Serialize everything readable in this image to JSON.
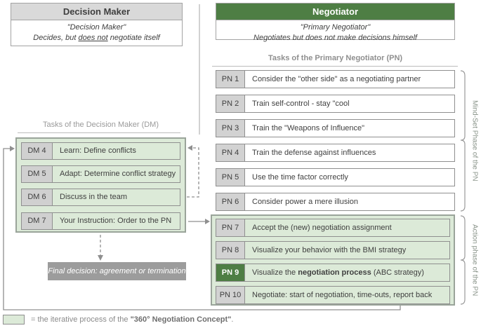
{
  "decision_maker": {
    "title": "Decision Maker",
    "line1": "\"Decision Maker\"",
    "line2_pre": "Decides, but ",
    "line2_underline": "does not",
    "line2_post": " negotiate itself"
  },
  "negotiator": {
    "title": "Negotiator",
    "line1": "\"Primary Negotiator\"",
    "line2": "Negotiates but does not make decisions himself"
  },
  "pn_tasks": {
    "heading": "Tasks of the Primary Negotiator (PN)",
    "mindset_rows": [
      {
        "id": "PN 1",
        "label": "Consider the \"other side\" as a negotiating partner"
      },
      {
        "id": "PN 2",
        "label": "Train self-control - stay \"cool"
      },
      {
        "id": "PN 3",
        "label": "Train the \"Weapons of Influence\""
      },
      {
        "id": "PN 4",
        "label": "Train the defense against influences"
      },
      {
        "id": "PN 5",
        "label": "Use the time factor correctly"
      },
      {
        "id": "PN 6",
        "label": "Consider power a mere illusion"
      }
    ],
    "action_rows": [
      {
        "id": "PN 7",
        "label": "Accept the (new) negotiation assignment"
      },
      {
        "id": "PN 8",
        "label": "Visualize your behavior with the BMI strategy"
      },
      {
        "id": "PN 9",
        "label_pre": "Visualize the ",
        "label_bold": "negotiation process",
        "label_post": " (ABC strategy)"
      },
      {
        "id": "PN 10",
        "label": "Negotiate: start of negotiation, time-outs, report back"
      }
    ]
  },
  "dm_tasks": {
    "heading": "Tasks of the Decision Maker (DM)",
    "rows": [
      {
        "id": "DM 4",
        "label": "Learn: Define conflicts"
      },
      {
        "id": "DM 5",
        "label": "Adapt: Determine conflict strategy"
      },
      {
        "id": "DM 6",
        "label": "Discuss in the team"
      },
      {
        "id": "DM 7",
        "label": "Your Instruction: Order to the PN"
      }
    ]
  },
  "final_box": {
    "label": "Final decision: agreement or termination"
  },
  "phases": {
    "mindset": "Mind-Set Phase of the PN",
    "action": "Action phase of the PN"
  },
  "legend": {
    "pre": "= the iterative process of the ",
    "bold": "\"360° Negotiation Concept\"",
    "post": "."
  },
  "colors": {
    "green_dark": "#4e7e44",
    "green_light": "#dcead8",
    "gray_header": "#d9d9d9",
    "gray_cell": "#d2d2d2",
    "final_gray": "#9c9c9c"
  }
}
